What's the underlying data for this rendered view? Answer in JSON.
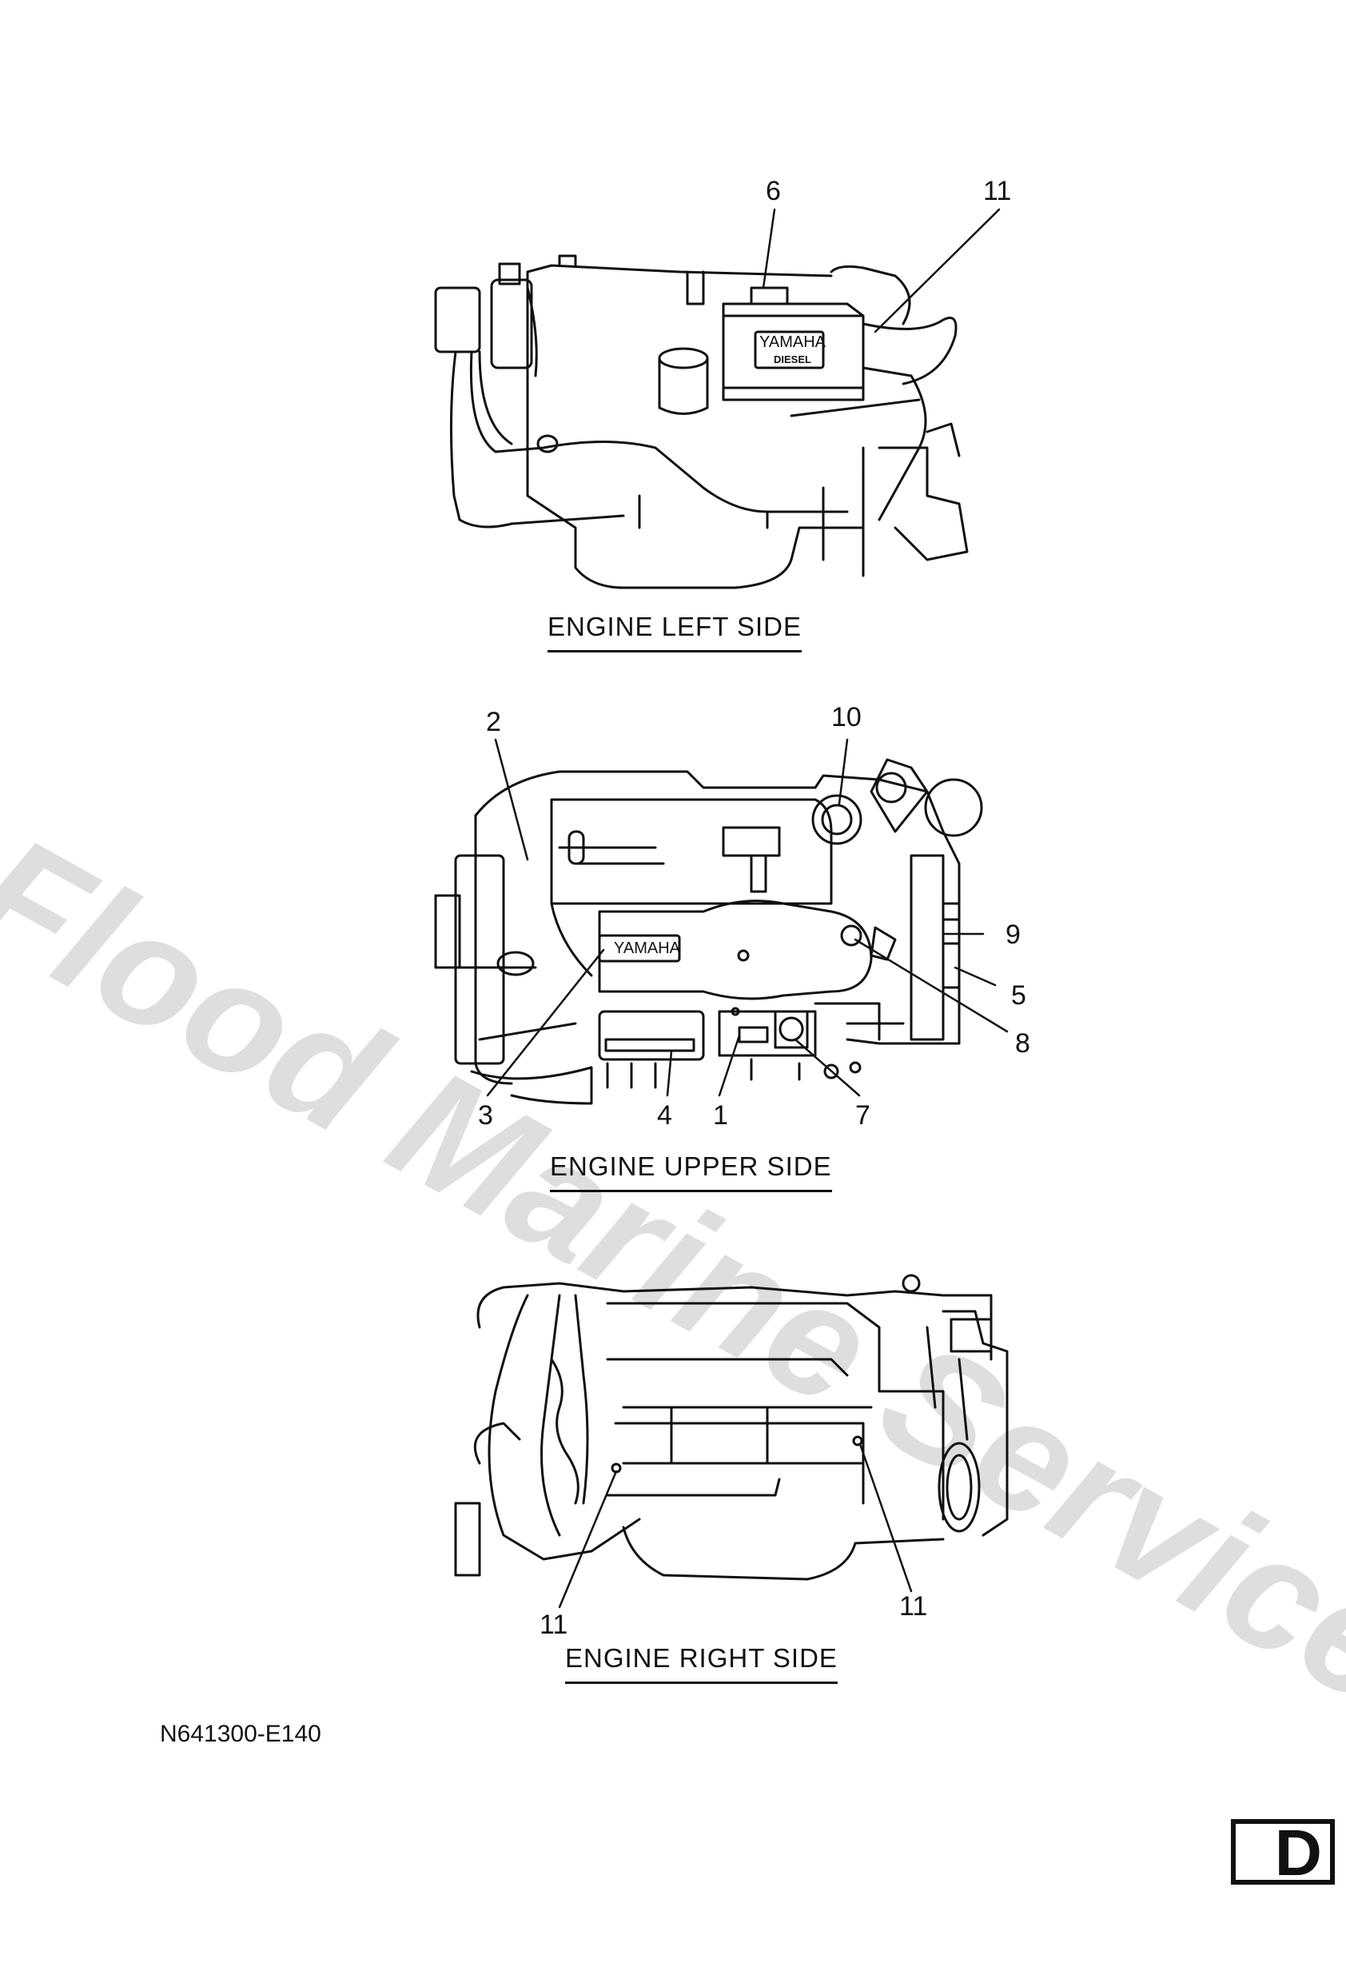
{
  "watermark": "Flood Marine Services",
  "views": [
    {
      "caption": "ENGINE LEFT SIDE",
      "callouts": [
        "6",
        "11"
      ],
      "badge": {
        "brand": "YAMAHA",
        "sub": "DIESEL"
      }
    },
    {
      "caption": "ENGINE UPPER SIDE",
      "callouts": [
        "2",
        "10",
        "9",
        "5",
        "8",
        "3",
        "4",
        "1",
        "7"
      ],
      "badge": {
        "brand": "YAMAHA"
      }
    },
    {
      "caption": "ENGINE RIGHT SIDE",
      "callouts": [
        "11",
        "11"
      ]
    }
  ],
  "figure_code": "N641300-E140",
  "section_tab": "D"
}
